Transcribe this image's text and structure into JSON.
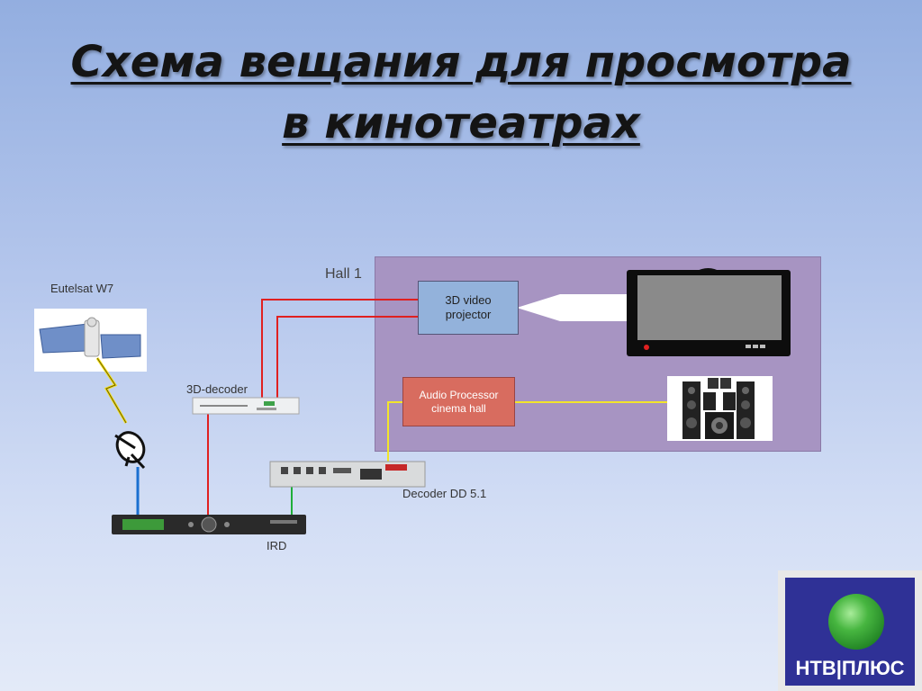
{
  "title": {
    "line1": "Схема вещания для просмотра",
    "line2": "в кинотеатрах"
  },
  "labels": {
    "hall": "Hall 1",
    "satellite": "Eutelsat W7",
    "decoder3d": "3D-decoder",
    "ird": "IRD",
    "decoder_dd": "Decoder DD 5.1"
  },
  "boxes": {
    "projector": "3D video projector",
    "audio": "Audio Processor cinema hall"
  },
  "logo": {
    "text": "НТВ|ПЛЮС"
  },
  "colors": {
    "hall": "#a794c2",
    "projector": "#93b2db",
    "audio": "#d86c5f",
    "wire_red": "#e02020",
    "wire_blue": "#1a6fd0",
    "wire_green": "#1fae3a",
    "wire_yellow": "#f2e52a",
    "logo_bg": "#2f3196"
  }
}
